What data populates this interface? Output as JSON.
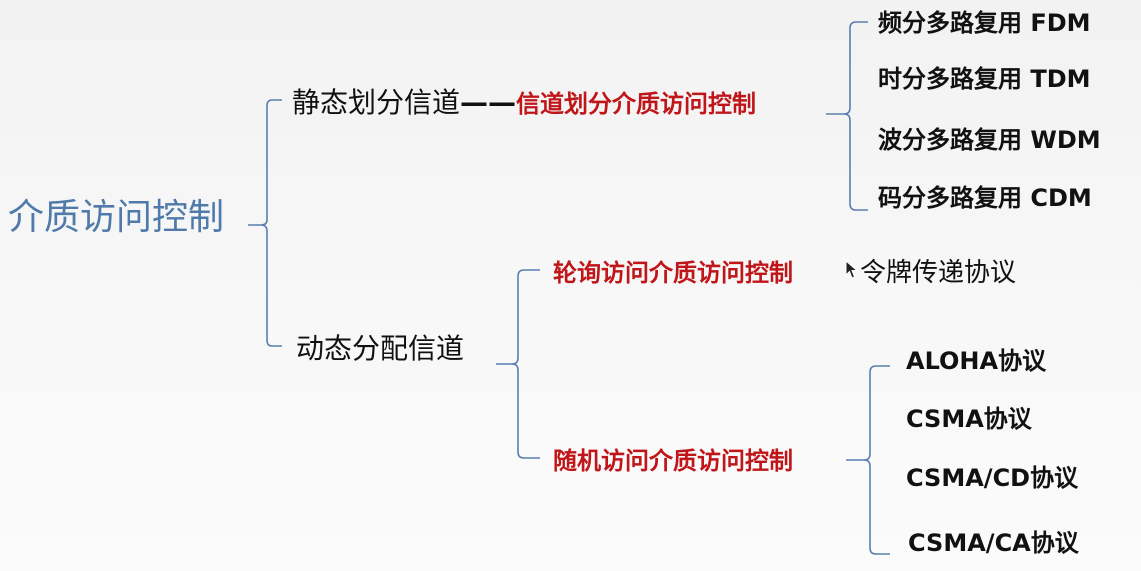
{
  "root": {
    "label": "介质访问控制"
  },
  "static": {
    "label": "静态划分信道",
    "dash": "——",
    "category": "信道划分介质访问控制",
    "items": [
      "频分多路复用 FDM",
      "时分多路复用 TDM",
      "波分多路复用 WDM",
      "码分多路复用 CDM"
    ]
  },
  "dynamic": {
    "label": "动态分配信道",
    "polling": {
      "label": "轮询访问介质访问控制",
      "protocol": "令牌传递协议"
    },
    "random": {
      "label": "随机访问介质访问控制",
      "items": [
        "ALOHA协议",
        "CSMA协议",
        "CSMA/CD协议",
        "CSMA/CA协议"
      ]
    }
  },
  "colors": {
    "root_text": "#4f7aa9",
    "category_text": "#c0161a",
    "bracket": "#5a7fb0"
  },
  "icons": {
    "cursor": "mouse-pointer-icon"
  }
}
